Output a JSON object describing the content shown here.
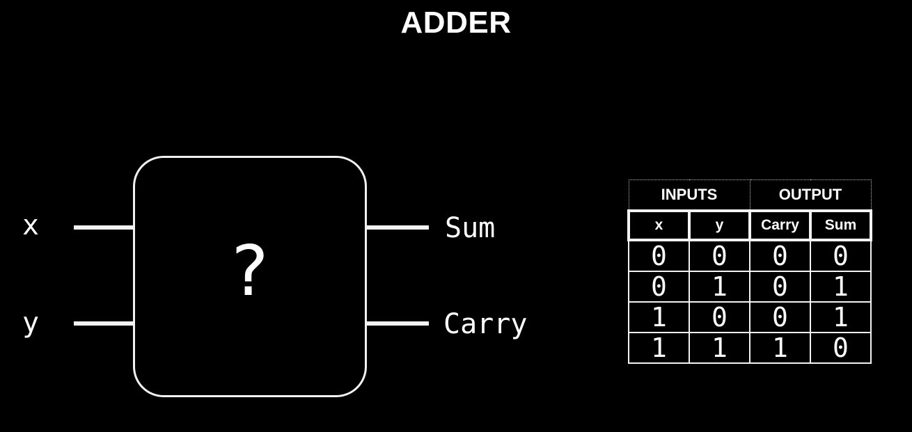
{
  "title": "ADDER",
  "diagram": {
    "unknown_symbol": "?",
    "inputs": [
      "x",
      "y"
    ],
    "outputs": [
      "Sum",
      "Carry"
    ]
  },
  "truth_table": {
    "groups": [
      "INPUTS",
      "OUTPUT"
    ],
    "columns": [
      "x",
      "y",
      "Carry",
      "Sum"
    ],
    "rows": [
      [
        "0",
        "0",
        "0",
        "0"
      ],
      [
        "0",
        "1",
        "0",
        "1"
      ],
      [
        "1",
        "0",
        "0",
        "1"
      ],
      [
        "1",
        "1",
        "1",
        "0"
      ]
    ]
  }
}
